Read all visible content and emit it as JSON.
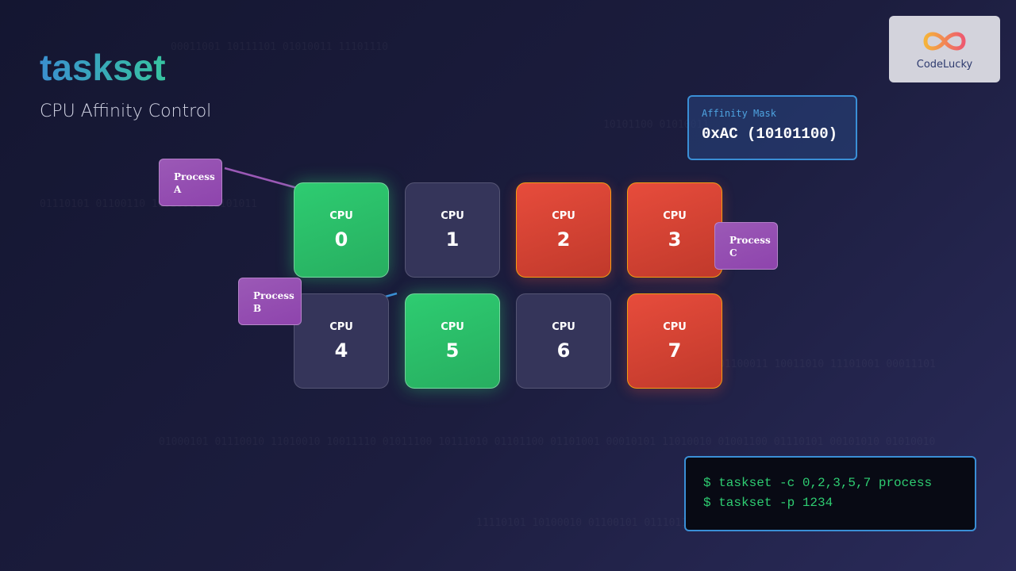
{
  "header": {
    "title": "taskset",
    "subtitle": "CPU Affinity Control"
  },
  "logo": {
    "text": "CodeLucky",
    "icon": "infinity-logo-icon"
  },
  "affinity_mask": {
    "label": "Affinity Mask",
    "value": "0xAC (10101100)"
  },
  "cpus": [
    {
      "label": "CPU",
      "number": "0",
      "state": "active"
    },
    {
      "label": "CPU",
      "number": "1",
      "state": "idle"
    },
    {
      "label": "CPU",
      "number": "2",
      "state": "busy"
    },
    {
      "label": "CPU",
      "number": "3",
      "state": "busy"
    },
    {
      "label": "CPU",
      "number": "4",
      "state": "idle"
    },
    {
      "label": "CPU",
      "number": "5",
      "state": "active"
    },
    {
      "label": "CPU",
      "number": "6",
      "state": "idle"
    },
    {
      "label": "CPU",
      "number": "7",
      "state": "busy"
    }
  ],
  "processes": [
    {
      "line1": "Process",
      "line2": "A"
    },
    {
      "line1": "Process",
      "line2": "B"
    },
    {
      "line1": "Process",
      "line2": "C"
    }
  ],
  "terminal": {
    "lines": [
      "$ taskset -c 0,2,3,5,7 process",
      "$ taskset -p 1234"
    ]
  },
  "colors": {
    "active": "#2ecc71",
    "busy": "#e74c3c",
    "idle": "#35355a",
    "process": "#9b59b6",
    "accent": "#3a8fd6"
  }
}
